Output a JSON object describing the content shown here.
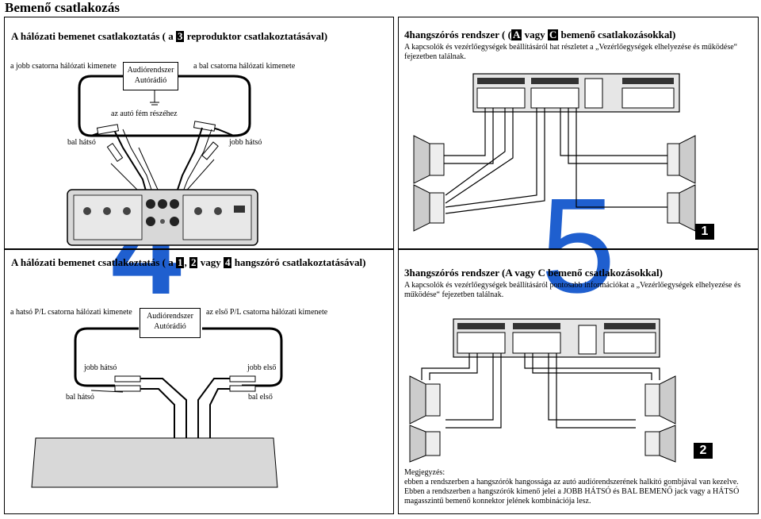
{
  "page_title": "Bemenő csatlakozás",
  "left_top": {
    "title_before": "A hálózati bemenet csatlakoztatás ( a ",
    "title_badge": "3",
    "title_after": " reproduktor csatlakoztatásával)",
    "label_right_channel": "a jobb csatorna hálózati kimenete",
    "label_left_channel": "a bal csatorna hálózati kimenete",
    "box_line1": "Audiórendszer",
    "box_line2": "Autórádió",
    "ground_label": "az autó fém részéhez",
    "rear_left": "bal hátsó",
    "rear_right": "jobb hátsó"
  },
  "left_bottom": {
    "title_before": "A hálózati bemenet csatlakoztatás ( a ",
    "title_badge1": "1",
    "title_mid": ", ",
    "title_badge2": "2",
    "title_mid2": " vagy ",
    "title_badge3": "4",
    "title_after": " hangszóró csatlakoztatásával)",
    "label_rear": "a hatsó P/L csatorna hálózati kimenete",
    "label_front": "az első P/L csatorna hálózati kimenete",
    "box_line1": "Audiórendszer",
    "box_line2": "Autórádió",
    "rear_right": "jobb hátsó",
    "front_right": "jobb első",
    "rear_left": "bal hátsó",
    "front_left": "bal első"
  },
  "right_top": {
    "title_before": "4hangszórós rendszer ( (",
    "title_badge1": "A",
    "title_mid": " vagy ",
    "title_badge2": "C",
    "title_after": " bemenő csatlakozásokkal)",
    "description": "A kapcsolók és vezérlőegységek beállításáról hat részletet a „Vezérlőegységek elhelyezése és működése“ fejezetben találnak.",
    "corner_badge": "1"
  },
  "right_bottom": {
    "title": "3hangszórós rendszer (A vagy C bemenő csatlakozásokkal)",
    "description": "A kapcsolók és vezérlőegységek beállításáról pontosabb információkat a „Vezérlőegységek elhelyezése és működése“ fejezetben találnak.",
    "corner_badge": "2",
    "note_title": "Megjegyzés:",
    "note_line1": "ebben a rendszerben a hangszórók hangossága az autó audiórendszerének halkító gombjával van kezelve.",
    "note_line2": "Ebben a rendszerben a hangszórók kimenő jelei a JOBB HÁTSÓ és BAL BEMENŐ jack vagy a HÁTSÓ magasszintű bemenő konnektor jelének kombinációja lesz."
  },
  "watermarks": {
    "left": "4",
    "right": "5"
  },
  "colors": {
    "watermark": "#1f5fcf",
    "ink": "#000000",
    "amp_fill": "#d8d8d8"
  }
}
